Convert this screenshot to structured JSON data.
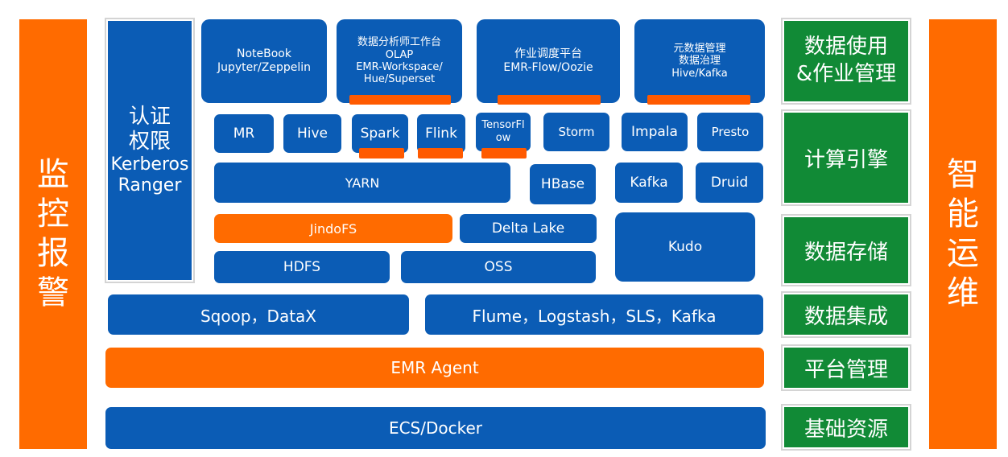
{
  "left_panel": {
    "chars": [
      "监",
      "控",
      "报",
      "警"
    ]
  },
  "right_panel": {
    "chars": [
      "智",
      "能",
      "运",
      "维"
    ]
  },
  "auth": {
    "lines": [
      "认证",
      "权限",
      "Kerberos",
      "Ranger"
    ]
  },
  "apps": [
    {
      "lines": [
        "NoteBook",
        "Jupyter/Zeppelin"
      ]
    },
    {
      "lines": [
        "数据分析师工作台",
        "OLAP",
        "EMR-Workspace/",
        "Hue/Superset"
      ]
    },
    {
      "lines": [
        "作业调度平台",
        "EMR-Flow/Oozie"
      ]
    },
    {
      "lines": [
        "元数据管理",
        "数据治理",
        "Hive/Kafka"
      ]
    }
  ],
  "engines": [
    "MR",
    "Hive",
    "Spark",
    "Flink",
    "Storm",
    "Impala",
    "Presto"
  ],
  "tensorflow": {
    "lines": [
      "TensorFl",
      "ow"
    ]
  },
  "yarn": "YARN",
  "hbase": "HBase",
  "kafka": "Kafka",
  "druid": "Druid",
  "jindofs": "JindoFS",
  "deltalake": "Delta Lake",
  "kudo": "Kudo",
  "hdfs": "HDFS",
  "oss": "OSS",
  "sqoop": "Sqoop，DataX",
  "flume": "Flume，Logstash，SLS，Kafka",
  "agent": "EMR Agent",
  "ecs": "ECS/Docker",
  "layers": [
    {
      "lines": [
        "数据使用",
        "&作业管理"
      ]
    },
    {
      "lines": [
        "计算引擎"
      ]
    },
    {
      "lines": [
        "数据存储"
      ]
    },
    {
      "lines": [
        "数据集成"
      ]
    },
    {
      "lines": [
        "平台管理"
      ]
    },
    {
      "lines": [
        "基础资源"
      ]
    }
  ],
  "colors": {
    "blue": "#0b5cb5",
    "orange": "#ff6b00",
    "green": "#118a36"
  }
}
